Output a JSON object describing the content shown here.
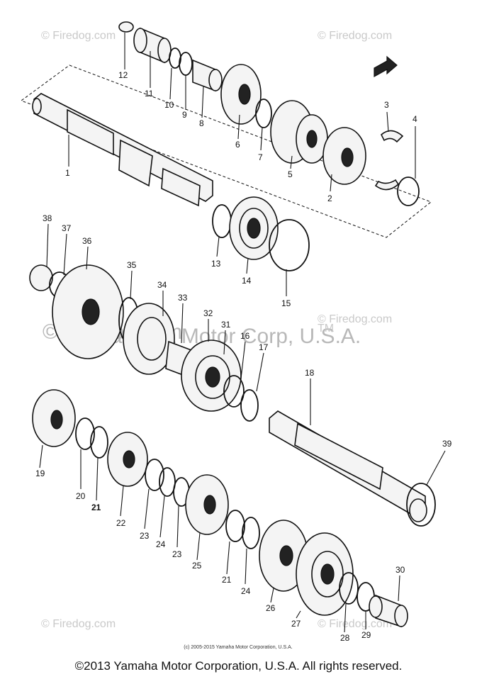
{
  "watermarks": {
    "site": "© Firedog.com",
    "company": "Yamaha Motor Corp, U.S.A.",
    "tm": "TM"
  },
  "small_credit": "(c) 2005-2015 Yamaha Motor Corporation, U.S.A.",
  "footer": "©2013 Yamaha Motor Corporation, U.S.A. All rights reserved.",
  "callouts": [
    "1",
    "2",
    "3",
    "4",
    "5",
    "6",
    "7",
    "8",
    "9",
    "10",
    "11",
    "12",
    "13",
    "14",
    "15",
    "16",
    "17",
    "18",
    "19",
    "20",
    "21",
    "21",
    "22",
    "23",
    "23",
    "24",
    "24",
    "25",
    "26",
    "27",
    "28",
    "29",
    "30",
    "31",
    "32",
    "33",
    "34",
    "35",
    "36",
    "37",
    "38",
    "39"
  ],
  "icons": {
    "fwd_arrow": "fwd-arrow-icon"
  }
}
